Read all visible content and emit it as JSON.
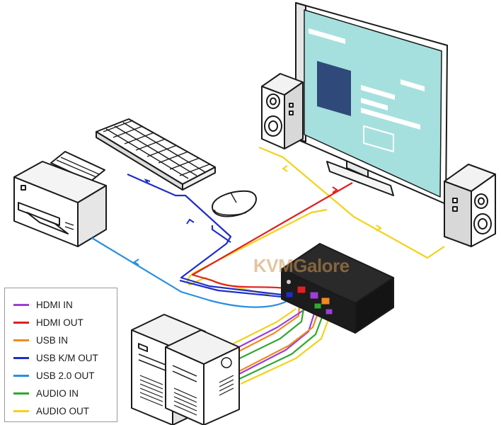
{
  "legend": {
    "items": [
      {
        "label": "HDMI IN",
        "color": "#9b3fd6"
      },
      {
        "label": "HDMI OUT",
        "color": "#e02020"
      },
      {
        "label": "USB IN",
        "color": "#f08a1c"
      },
      {
        "label": "USB K/M OUT",
        "color": "#1f2fc8"
      },
      {
        "label": "USB 2.0 OUT",
        "color": "#2a8fe0"
      },
      {
        "label": "AUDIO IN",
        "color": "#2fa82f"
      },
      {
        "label": "AUDIO OUT",
        "color": "#f2d21a"
      }
    ]
  },
  "watermark": "KVMGalore",
  "colors": {
    "screen": "#a6e0de",
    "screen_block": "#2f4a7a",
    "device_body": "#1c1c1c",
    "outline": "#1a1a1a"
  },
  "icons": [
    "monitor-icon",
    "speaker-icon",
    "keyboard-icon",
    "mouse-icon",
    "printer-icon",
    "computer-tower-icon",
    "kvm-switch-icon"
  ]
}
